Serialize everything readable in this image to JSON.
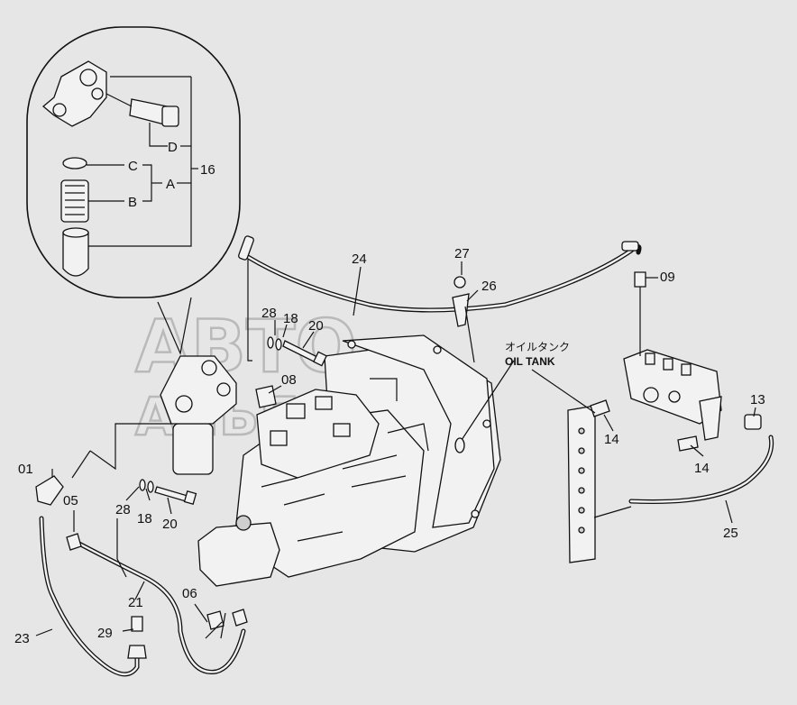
{
  "labels": {
    "p01": "01",
    "p05": "05",
    "p06": "06",
    "p08": "08",
    "p09": "09",
    "p13": "13",
    "p14a": "14",
    "p14b": "14",
    "p16": "16",
    "p18a": "18",
    "p18b": "18",
    "p20a": "20",
    "p20b": "20",
    "p21": "21",
    "p23": "23",
    "p24": "24",
    "p25": "25",
    "p26": "26",
    "p27": "27",
    "p28a": "28",
    "p28b": "28",
    "p29": "29",
    "A": "A",
    "B": "B",
    "C": "C",
    "D": "D"
  },
  "oil_tank": {
    "jp": "オイルタンク",
    "en": "OIL TANK"
  },
  "watermark": {
    "line1": "АВТО",
    "line2": "АЛЬЯНС"
  },
  "colors": {
    "background": "#e6e6e6",
    "ink": "#111111",
    "watermark": "#b9b9b9"
  }
}
